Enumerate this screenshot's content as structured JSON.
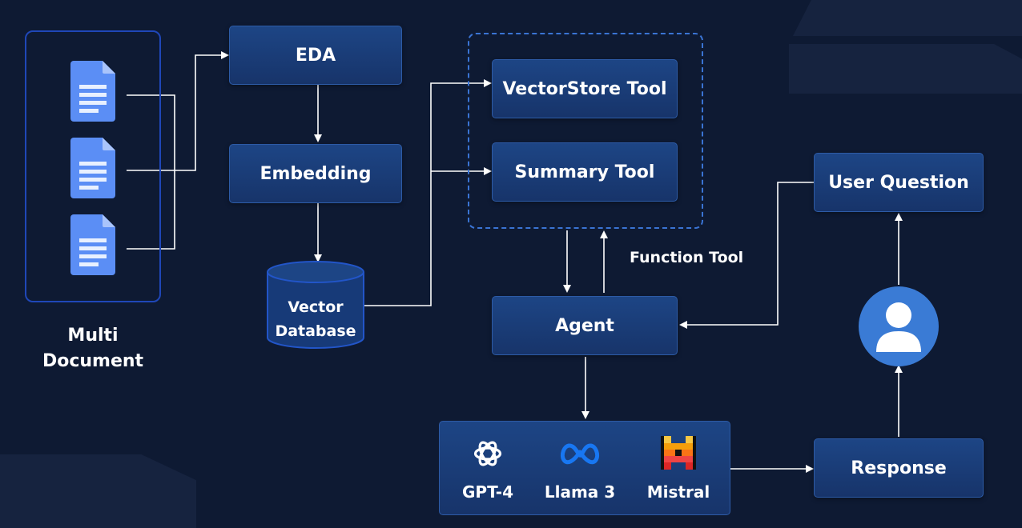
{
  "diagram": {
    "documents": {
      "label": "Multi\nDocument",
      "count": 3
    },
    "nodes": {
      "eda": "EDA",
      "embedding": "Embedding",
      "vector_db": "Vector\nDatabase",
      "vectorstore_tool": "VectorStore Tool",
      "summary_tool": "Summary Tool",
      "function_tool": "Function Tool",
      "agent": "Agent",
      "user_question": "User Question",
      "response": "Response"
    },
    "llms": [
      {
        "name": "GPT-4",
        "icon": "openai-icon"
      },
      {
        "name": "Llama 3",
        "icon": "meta-icon"
      },
      {
        "name": "Mistral",
        "icon": "mistral-icon"
      }
    ],
    "user_icon": "user-icon",
    "colors": {
      "background": "#0e1a33",
      "node_fill": "#1d4585",
      "node_border": "#2d5ba6",
      "group_border": "#1f47b8",
      "tools_border": "#3a74d4",
      "doc_icon": "#5b8ef5",
      "user_circle": "#3a7bd5",
      "meta_blue": "#1877f2",
      "mistral_orange": "#f97316"
    }
  }
}
